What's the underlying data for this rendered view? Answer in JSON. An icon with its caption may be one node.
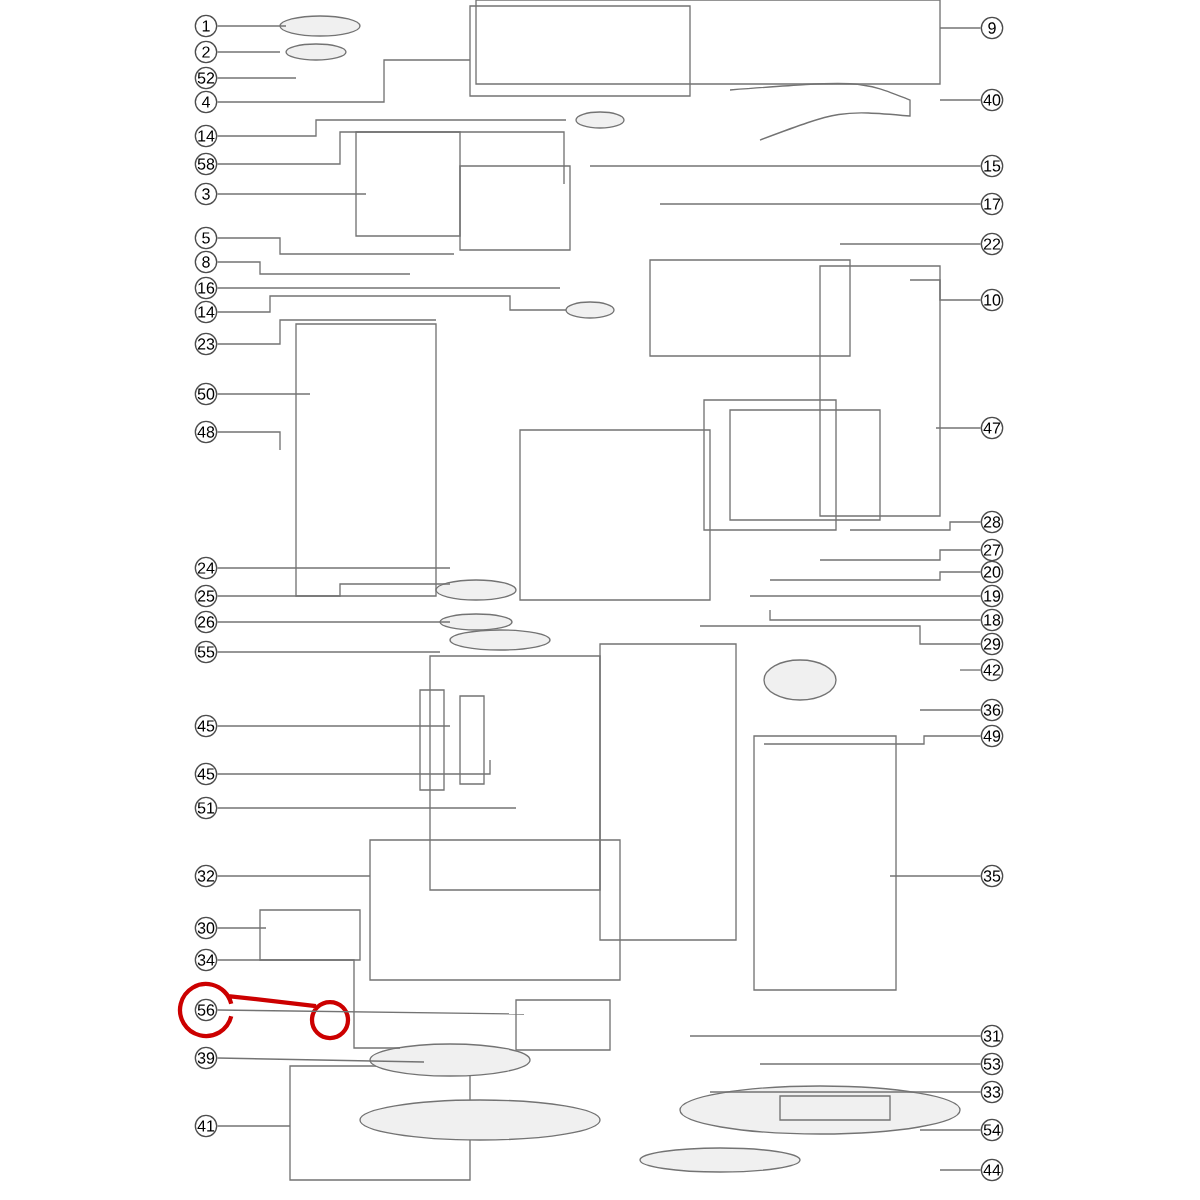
{
  "diagram": {
    "nodes": [
      {
        "text": [
          "1"
        ]
      },
      {
        "text": [
          "2"
        ]
      },
      {
        "text": [
          "52"
        ]
      },
      {
        "text": [
          "4"
        ]
      },
      {
        "text": [
          "14"
        ]
      },
      {
        "text": [
          "58"
        ]
      },
      {
        "text": [
          "3"
        ]
      },
      {
        "text": [
          "5"
        ]
      },
      {
        "text": [
          "8"
        ]
      },
      {
        "text": [
          "16"
        ]
      },
      {
        "text": [
          "14"
        ]
      },
      {
        "text": [
          "23"
        ]
      },
      {
        "text": [
          "50"
        ]
      },
      {
        "text": [
          "48"
        ]
      },
      {
        "text": [
          "24"
        ]
      },
      {
        "text": [
          "25"
        ]
      },
      {
        "text": [
          "26"
        ]
      },
      {
        "text": [
          "55"
        ]
      },
      {
        "text": [
          "45"
        ]
      },
      {
        "text": [
          "45"
        ]
      },
      {
        "text": [
          "51"
        ]
      },
      {
        "text": [
          "32"
        ]
      },
      {
        "text": [
          "30"
        ]
      },
      {
        "text": [
          "34"
        ]
      },
      {
        "text": [
          "56"
        ]
      },
      {
        "text": [
          "39"
        ]
      },
      {
        "text": [
          "41"
        ]
      },
      {
        "text": [
          "9"
        ]
      },
      {
        "text": [
          "40"
        ]
      },
      {
        "text": [
          "15"
        ]
      },
      {
        "text": [
          "17"
        ]
      },
      {
        "text": [
          "22"
        ]
      },
      {
        "text": [
          "10"
        ]
      },
      {
        "text": [
          "47"
        ]
      },
      {
        "text": [
          "28"
        ]
      },
      {
        "text": [
          "27"
        ]
      },
      {
        "text": [
          "20"
        ]
      },
      {
        "text": [
          "19"
        ]
      },
      {
        "text": [
          "18"
        ]
      },
      {
        "text": [
          "29"
        ]
      },
      {
        "text": [
          "42"
        ]
      },
      {
        "text": [
          "36"
        ]
      },
      {
        "text": [
          "49"
        ]
      },
      {
        "text": [
          "35"
        ]
      },
      {
        "text": [
          "31"
        ]
      },
      {
        "text": [
          "53"
        ]
      },
      {
        "text": [
          "33"
        ]
      },
      {
        "text": [
          "54"
        ]
      },
      {
        "text": [
          "44"
        ]
      }
    ],
    "edges": [
      {
        "from": 0,
        "to": null,
        "arrow": "none"
      },
      {
        "from": 1,
        "to": null,
        "arrow": "none"
      },
      {
        "from": 2,
        "to": null,
        "arrow": "none"
      },
      {
        "from": 3,
        "to": null,
        "arrow": "none"
      },
      {
        "from": 4,
        "to": null,
        "arrow": "none"
      },
      {
        "from": 5,
        "to": null,
        "arrow": "none"
      },
      {
        "from": 6,
        "to": null,
        "arrow": "none"
      },
      {
        "from": 7,
        "to": null,
        "arrow": "none"
      },
      {
        "from": 8,
        "to": null,
        "arrow": "none"
      },
      {
        "from": 9,
        "to": null,
        "arrow": "none"
      },
      {
        "from": 10,
        "to": null,
        "arrow": "none"
      },
      {
        "from": 11,
        "to": null,
        "arrow": "none"
      },
      {
        "from": 12,
        "to": null,
        "arrow": "none"
      },
      {
        "from": 13,
        "to": null,
        "arrow": "none"
      },
      {
        "from": 14,
        "to": null,
        "arrow": "none"
      },
      {
        "from": 15,
        "to": null,
        "arrow": "none"
      },
      {
        "from": 16,
        "to": null,
        "arrow": "none"
      },
      {
        "from": 17,
        "to": null,
        "arrow": "none"
      },
      {
        "from": 18,
        "to": null,
        "arrow": "none"
      },
      {
        "from": 19,
        "to": null,
        "arrow": "none"
      },
      {
        "from": 20,
        "to": null,
        "arrow": "none"
      },
      {
        "from": 21,
        "to": null,
        "arrow": "none"
      },
      {
        "from": 22,
        "to": null,
        "arrow": "none"
      },
      {
        "from": 23,
        "to": null,
        "arrow": "none"
      },
      {
        "from": 24,
        "to": null,
        "arrow": "none"
      },
      {
        "from": 25,
        "to": null,
        "arrow": "none"
      },
      {
        "from": 26,
        "to": null,
        "arrow": "none"
      },
      {
        "from": 27,
        "to": null,
        "arrow": "none"
      },
      {
        "from": 28,
        "to": null,
        "arrow": "none"
      },
      {
        "from": 29,
        "to": null,
        "arrow": "none"
      },
      {
        "from": 30,
        "to": null,
        "arrow": "none"
      },
      {
        "from": 31,
        "to": null,
        "arrow": "none"
      },
      {
        "from": 32,
        "to": null,
        "arrow": "none"
      },
      {
        "from": 33,
        "to": null,
        "arrow": "none"
      },
      {
        "from": 34,
        "to": null,
        "arrow": "none"
      },
      {
        "from": 35,
        "to": null,
        "arrow": "none"
      },
      {
        "from": 36,
        "to": null,
        "arrow": "none"
      },
      {
        "from": 37,
        "to": null,
        "arrow": "none"
      },
      {
        "from": 38,
        "to": null,
        "arrow": "none"
      },
      {
        "from": 39,
        "to": null,
        "arrow": "none"
      },
      {
        "from": 40,
        "to": null,
        "arrow": "none"
      },
      {
        "from": 41,
        "to": null,
        "arrow": "none"
      },
      {
        "from": 42,
        "to": null,
        "arrow": "none"
      },
      {
        "from": 43,
        "to": null,
        "arrow": "none"
      },
      {
        "from": 44,
        "to": null,
        "arrow": "none"
      },
      {
        "from": 45,
        "to": null,
        "arrow": "none"
      },
      {
        "from": 46,
        "to": null,
        "arrow": "none"
      },
      {
        "from": 47,
        "to": null,
        "arrow": "none"
      },
      {
        "from": 48,
        "to": null,
        "arrow": "none"
      }
    ]
  }
}
